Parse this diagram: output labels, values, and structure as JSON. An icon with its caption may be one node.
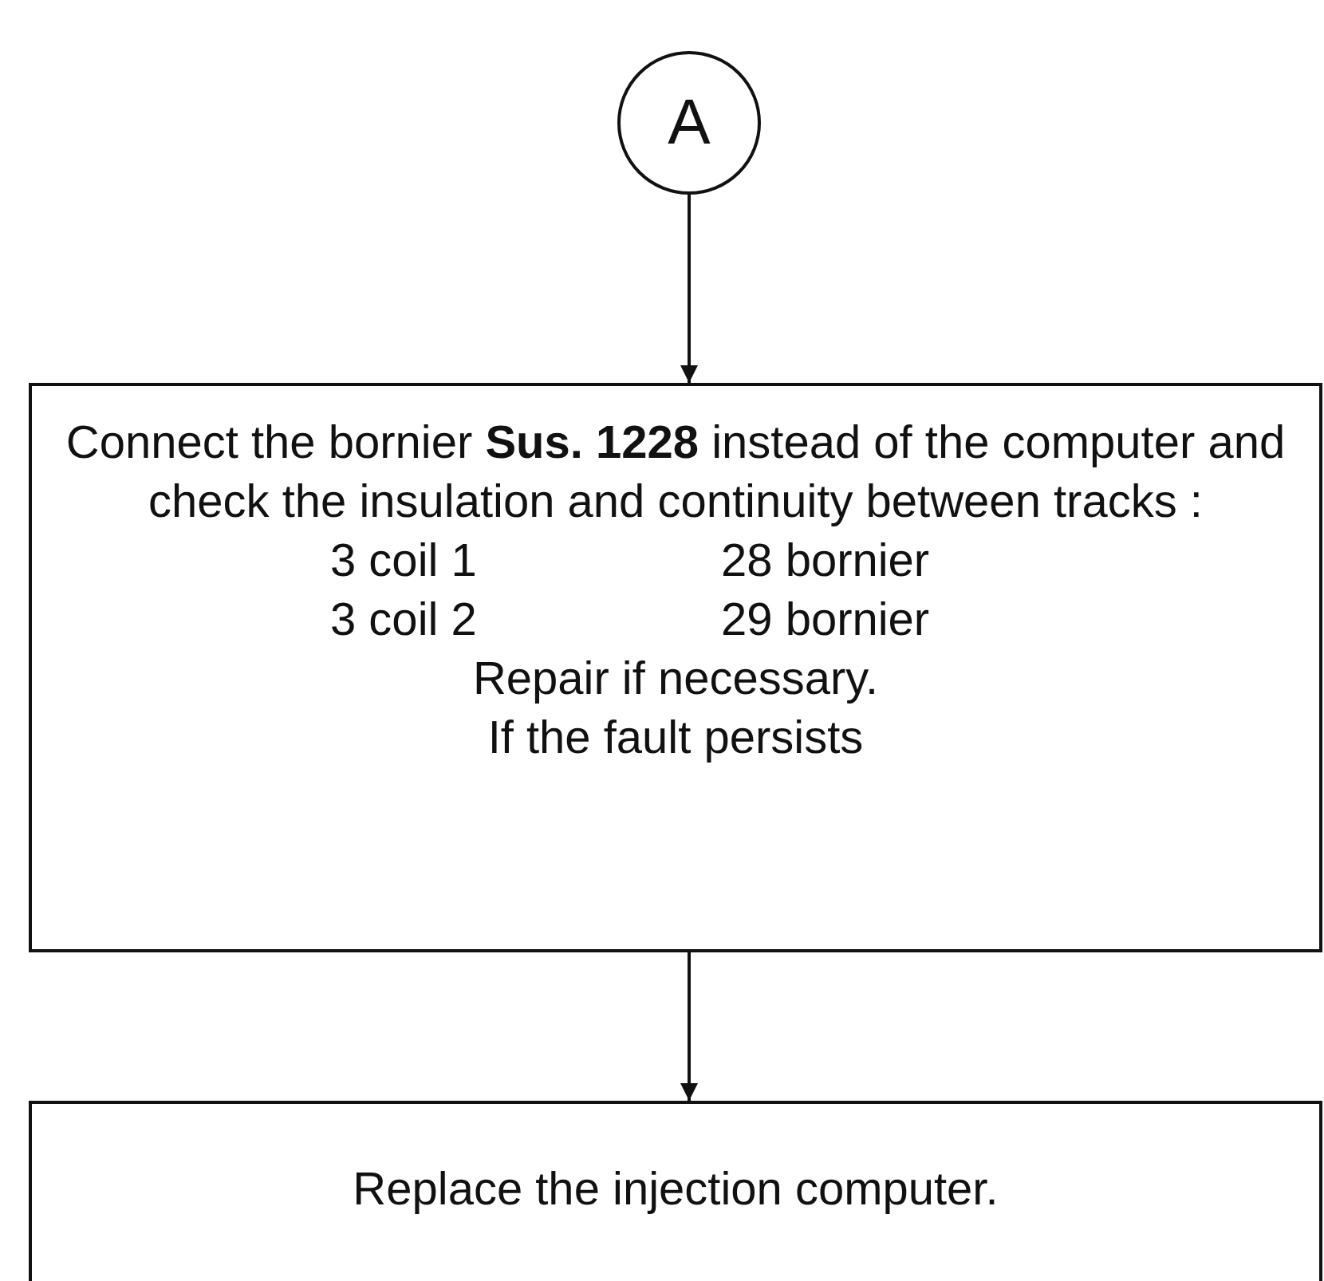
{
  "diagram": {
    "nodes": [
      {
        "text": [
          "A"
        ]
      },
      {
        "text": [
          "Connect the bornier **Sus. 1228** instead of the computer and check the insulation and continuity between tracks :",
          "3 coil 1",
          "28 bornier",
          "3 coil 2",
          "29 bornier",
          "Repair if necessary.",
          "If the fault persists"
        ]
      },
      {
        "text": [
          "Replace the injection computer."
        ]
      }
    ],
    "edges": [
      {
        "from": 0,
        "to": 1,
        "arrow": "to"
      },
      {
        "from": 1,
        "to": 2,
        "arrow": "to"
      }
    ]
  }
}
